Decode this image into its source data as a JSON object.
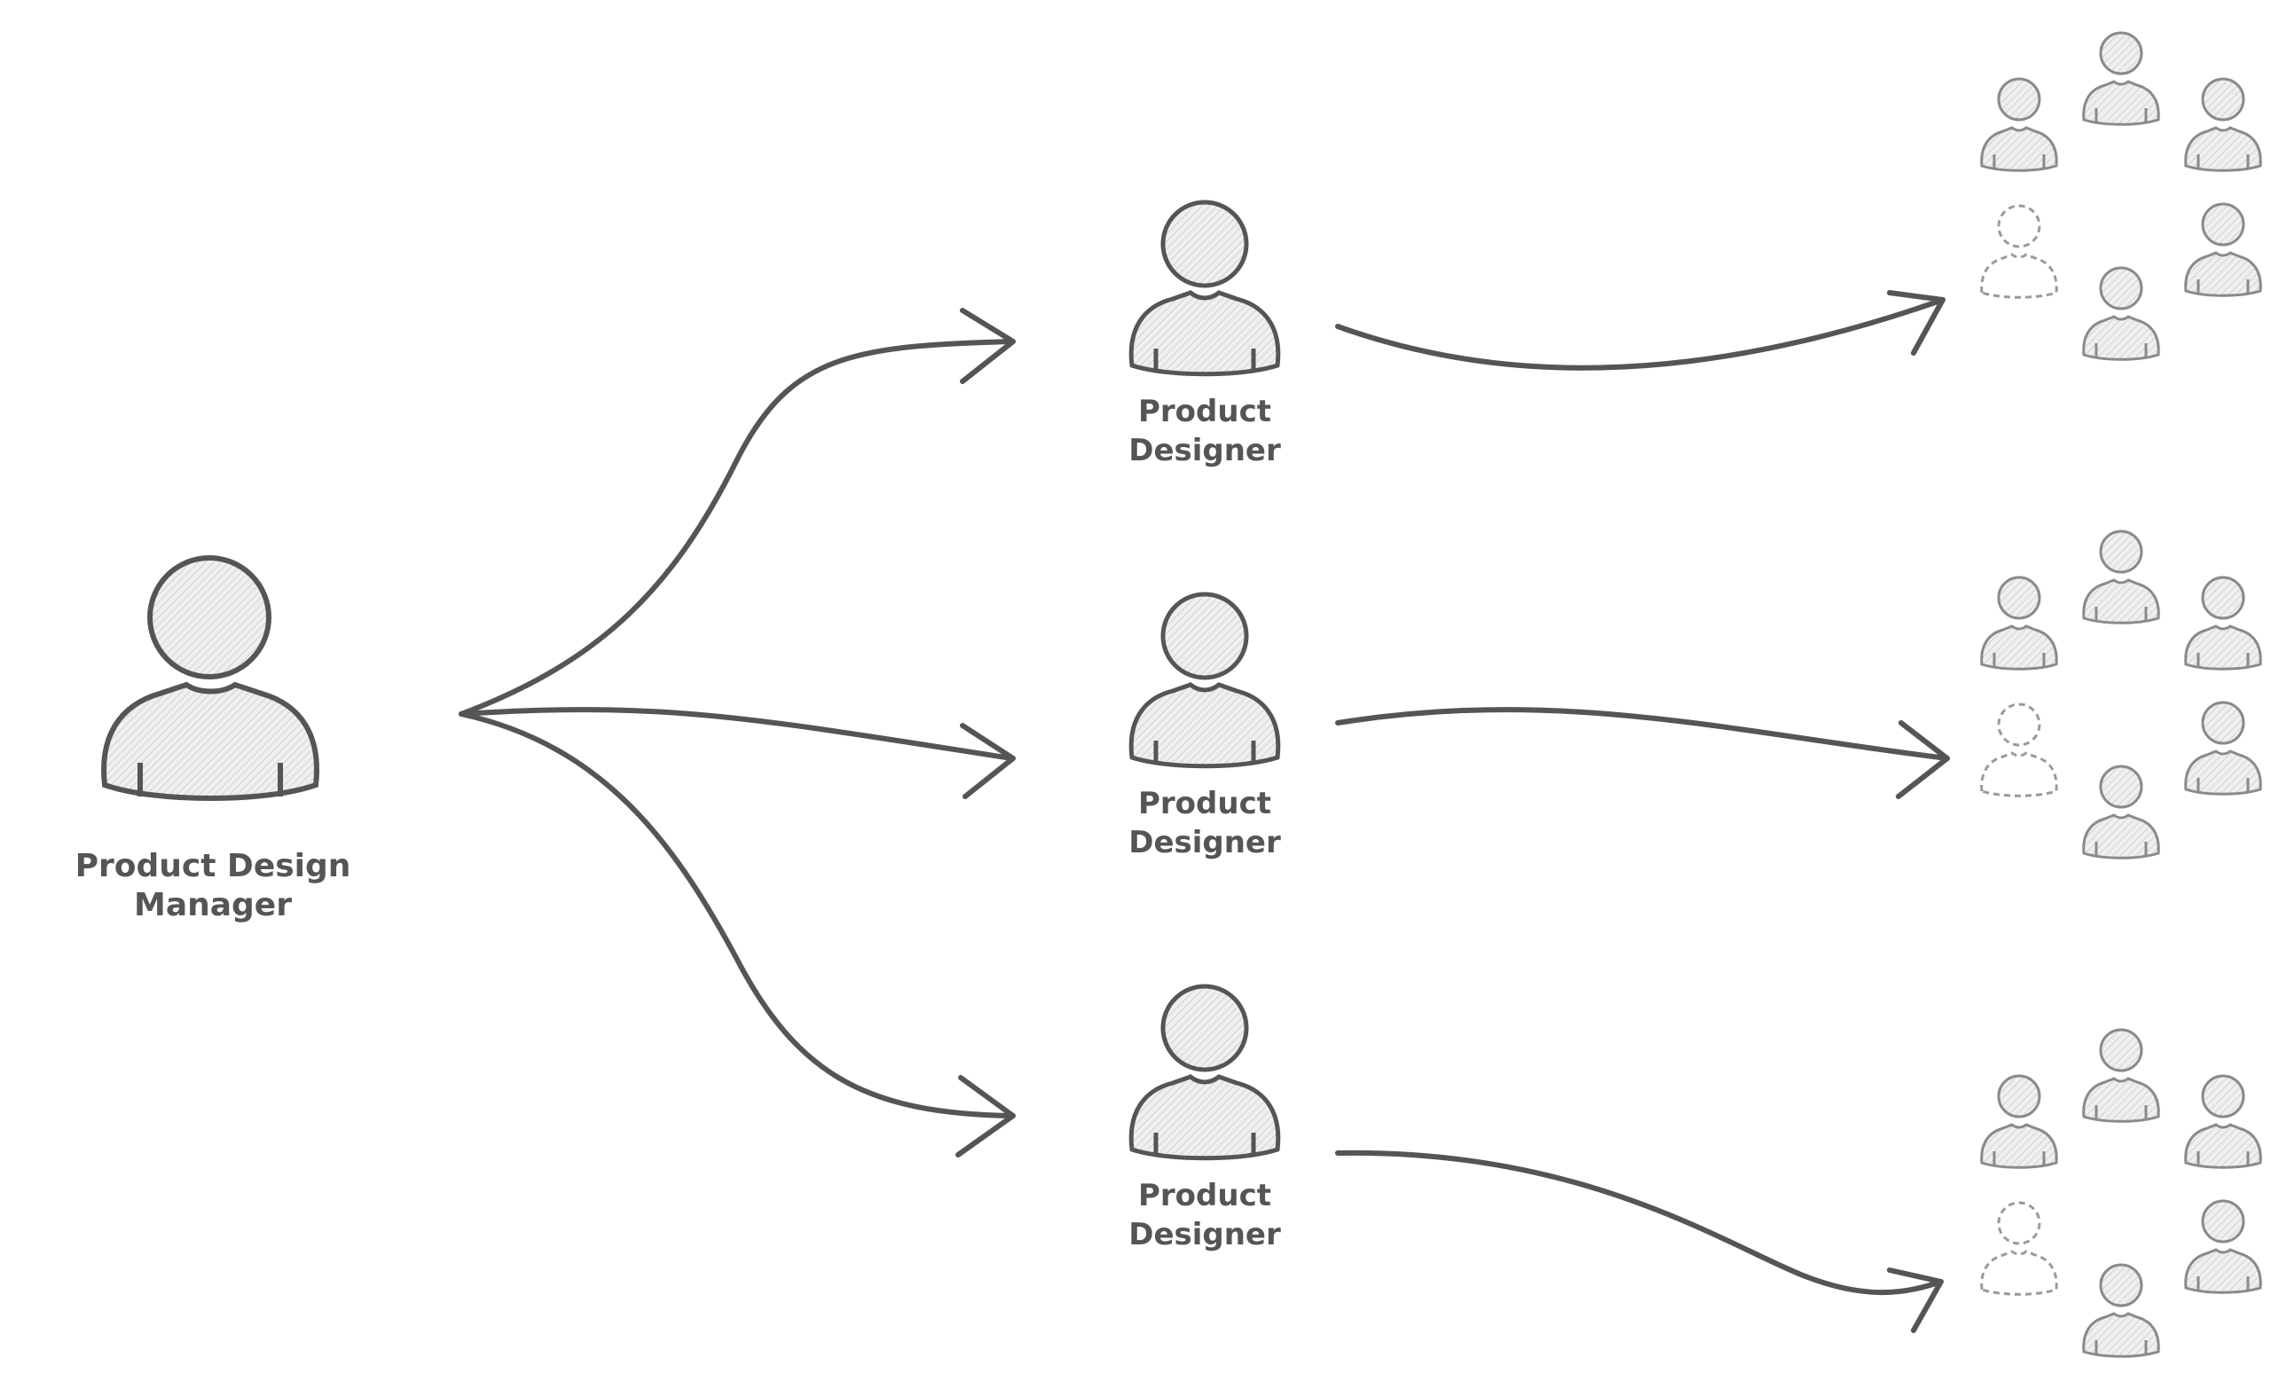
{
  "manager": {
    "label": "Product Design Manager"
  },
  "designers": [
    {
      "label": "Product\nDesigner"
    },
    {
      "label": "Product\nDesigner"
    },
    {
      "label": "Product\nDesigner"
    }
  ],
  "teams": [
    {
      "members": [
        "person-icon",
        "person-icon",
        "person-icon",
        "open-seat-icon",
        "person-icon",
        "person-icon"
      ]
    },
    {
      "members": [
        "person-icon",
        "person-icon",
        "person-icon",
        "open-seat-icon",
        "person-icon",
        "person-icon"
      ]
    },
    {
      "members": [
        "person-icon",
        "person-icon",
        "person-icon",
        "open-seat-icon",
        "person-icon",
        "person-icon"
      ]
    }
  ],
  "colors": {
    "stroke": "#555555",
    "fill": "#ededed",
    "light_stroke": "#8a8a8a",
    "dashed": "#9a9a9a"
  }
}
